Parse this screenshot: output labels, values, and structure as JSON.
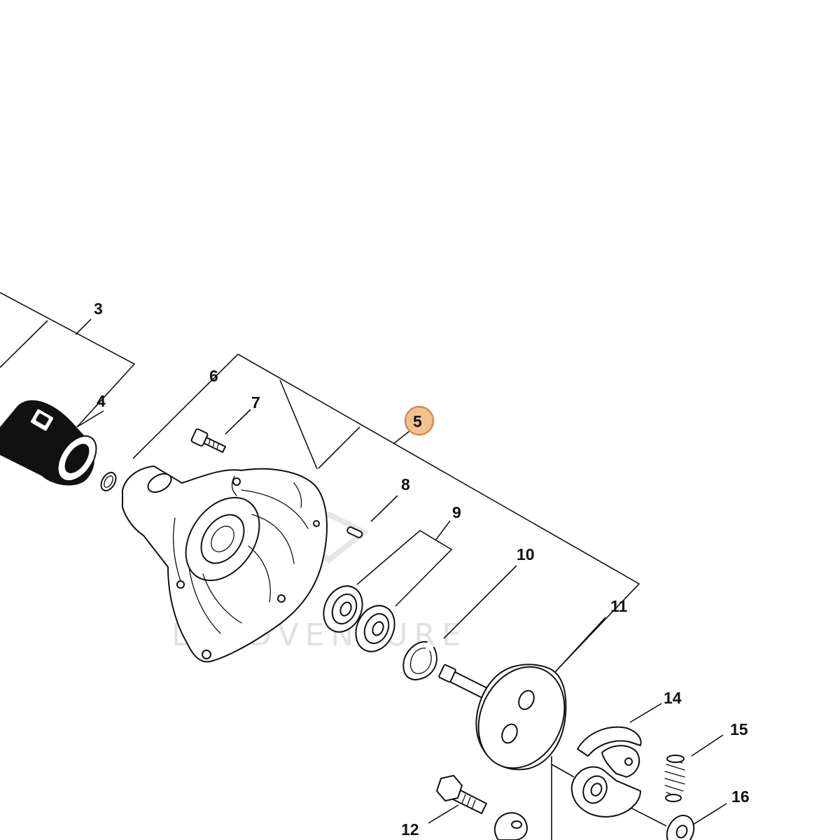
{
  "callouts": {
    "c3": "3",
    "c4": "4",
    "c5": "5",
    "c6": "6",
    "c7": "7",
    "c8": "8",
    "c9": "9",
    "c10": "10",
    "c11": "11",
    "c12": "12",
    "c14": "14",
    "c15": "15",
    "c16": "16"
  },
  "highlight": {
    "callout": "5",
    "fill": "#f3c08f",
    "stroke": "#d98a4a"
  },
  "watermark": "LEADVENTURE"
}
